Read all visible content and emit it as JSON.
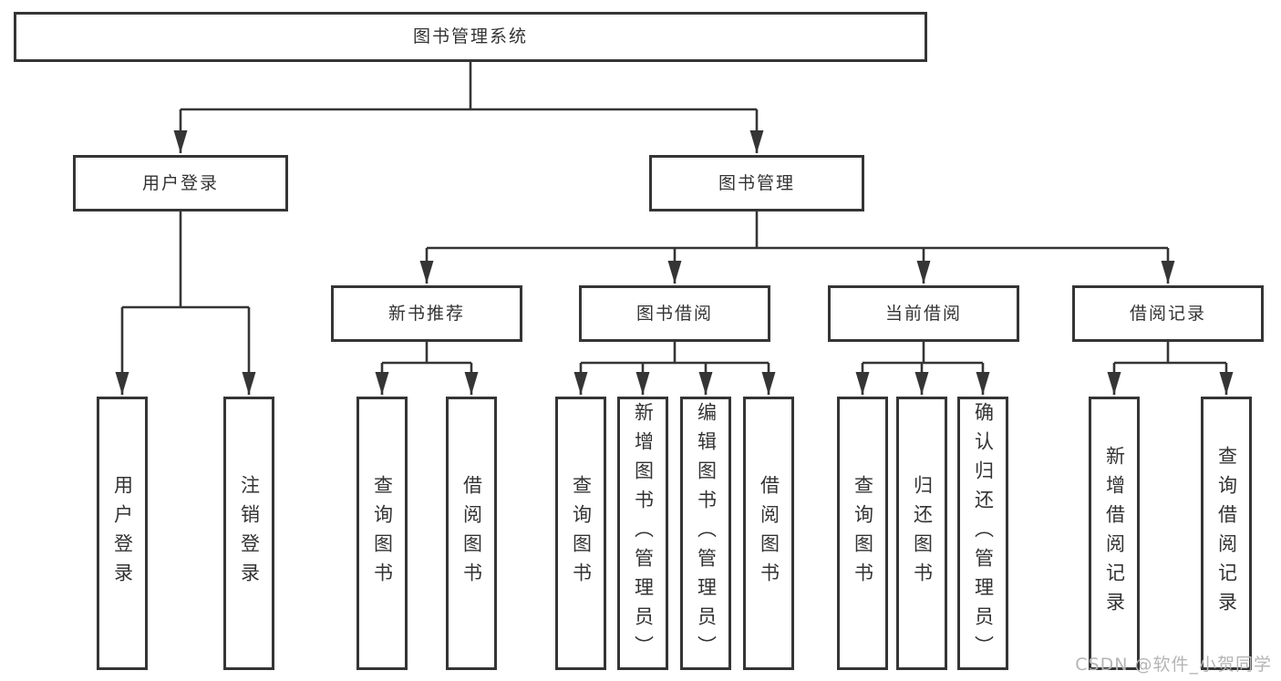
{
  "tree": {
    "root": {
      "label": "图书管理系统"
    },
    "branches": [
      {
        "label": "用户登录",
        "children": [
          {
            "label": "用户登录"
          },
          {
            "label": "注销登录"
          }
        ]
      },
      {
        "label": "图书管理",
        "groups": [
          {
            "label": "新书推荐",
            "children": [
              {
                "label": "查询图书"
              },
              {
                "label": "借阅图书"
              }
            ]
          },
          {
            "label": "图书借阅",
            "children": [
              {
                "label": "查询图书"
              },
              {
                "label": "新增图书（管理员）"
              },
              {
                "label": "编辑图书（管理员）"
              },
              {
                "label": "借阅图书"
              }
            ]
          },
          {
            "label": "当前借阅",
            "children": [
              {
                "label": "查询图书"
              },
              {
                "label": "归还图书"
              },
              {
                "label": "确认归还（管理员）"
              }
            ]
          },
          {
            "label": "借阅记录",
            "children": [
              {
                "label": "新增借阅记录"
              },
              {
                "label": "查询借阅记录"
              }
            ]
          }
        ]
      }
    ]
  },
  "watermark": "CSDN @软件_小贺同学",
  "colors": {
    "line": "#353535",
    "text": "#333333",
    "background": "#ffffff",
    "watermark": "#b5b5b5"
  }
}
